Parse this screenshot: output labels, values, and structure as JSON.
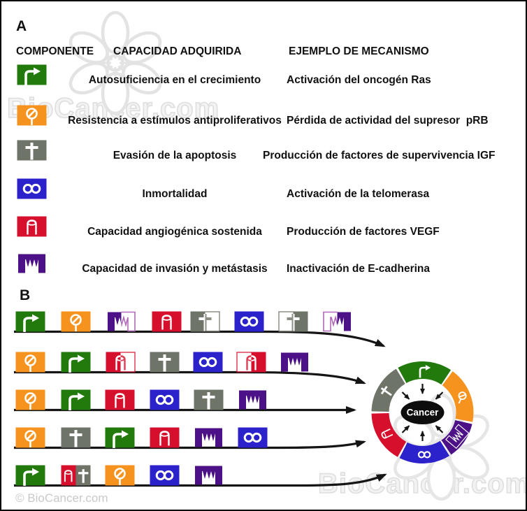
{
  "watermarks": {
    "logo_text": "BioCancer.com",
    "copyright": "© BioCancer.com"
  },
  "palette": {
    "growth": "#227a0d",
    "antigrowth": "#f6921e",
    "apoptosis": "#6f7468",
    "immortality": "#2b22cb",
    "angiogenesis": "#d60f2d",
    "invasion": "#4c1187",
    "line": "#151515",
    "cancer_bg": "#0d0d0d",
    "cancer_text": "#ffffff"
  },
  "icon_names": {
    "growth": "turn-right-arrow",
    "antigrowth": "no-entry-sign",
    "apoptosis": "cross",
    "immortality": "infinity",
    "angiogenesis": "vessel-tube",
    "invasion": "invading-spikes"
  },
  "panel_a": {
    "label": "A",
    "headers": {
      "component": "COMPONENTE",
      "capability": "CAPACIDAD ADQUIRIDA",
      "mechanism": "EJEMPLO DE MECANISMO"
    },
    "rows": [
      {
        "icon": "growth",
        "capability": "Autosuficiencia en el crecimiento",
        "mechanism": "Activación del oncogén Ras"
      },
      {
        "icon": "antigrowth",
        "capability": "Resistencia a estímulos antiproliferativos",
        "mechanism": "Pérdida de actividad del supresor  pRB"
      },
      {
        "icon": "apoptosis",
        "capability": "Evasión de la apoptosis",
        "mechanism": "Producción de factores de supervivencia IGF"
      },
      {
        "icon": "immortality",
        "capability": "Inmortalidad",
        "mechanism": "Activación de la telomerasa"
      },
      {
        "icon": "angiogenesis",
        "capability": "Capacidad angiogénica sostenida",
        "mechanism": "Producción de factores VEGF"
      },
      {
        "icon": "invasion",
        "capability": "Capacidad de invasión y metástasis",
        "mechanism": "Inactivación de E-cadherina"
      }
    ]
  },
  "panel_b": {
    "label": "B",
    "pathways": [
      {
        "icons": [
          {
            "kind": "growth"
          },
          {
            "kind": "antigrowth"
          },
          {
            "kind": "invasion",
            "variant": "half-left"
          },
          {
            "kind": "angiogenesis"
          },
          {
            "kind": "apoptosis",
            "variant": "half-left"
          },
          {
            "kind": "immortality"
          },
          {
            "kind": "apoptosis",
            "variant": "half-right"
          },
          {
            "kind": "invasion",
            "variant": "half-right"
          }
        ]
      },
      {
        "icons": [
          {
            "kind": "antigrowth"
          },
          {
            "kind": "growth"
          },
          {
            "kind": "angiogenesis",
            "variant": "half-left"
          },
          {
            "kind": "apoptosis"
          },
          {
            "kind": "immortality"
          },
          {
            "kind": "angiogenesis",
            "variant": "half-right"
          },
          {
            "kind": "invasion"
          }
        ]
      },
      {
        "icons": [
          {
            "kind": "antigrowth"
          },
          {
            "kind": "growth"
          },
          {
            "kind": "angiogenesis"
          },
          {
            "kind": "immortality"
          },
          {
            "kind": "apoptosis"
          },
          {
            "kind": "invasion"
          }
        ]
      },
      {
        "icons": [
          {
            "kind": "antigrowth"
          },
          {
            "kind": "apoptosis"
          },
          {
            "kind": "growth"
          },
          {
            "kind": "angiogenesis"
          },
          {
            "kind": "invasion"
          },
          {
            "kind": "immortality"
          }
        ]
      },
      {
        "icons": [
          {
            "kind": "growth"
          },
          {
            "kind": "combo-angio-apoptosis"
          },
          {
            "kind": "antigrowth"
          },
          {
            "kind": "immortality"
          },
          {
            "kind": "invasion"
          }
        ]
      }
    ],
    "target": {
      "label": "Cancer",
      "segments": [
        {
          "kind": "apoptosis",
          "from": 180,
          "to": 120
        },
        {
          "kind": "growth",
          "from": 120,
          "to": 55
        },
        {
          "kind": "antigrowth",
          "from": 55,
          "to": -12
        },
        {
          "kind": "invasion",
          "from": -12,
          "to": -57
        },
        {
          "kind": "immortality",
          "from": -57,
          "to": -118
        },
        {
          "kind": "angiogenesis",
          "from": -118,
          "to": -180
        }
      ]
    }
  }
}
